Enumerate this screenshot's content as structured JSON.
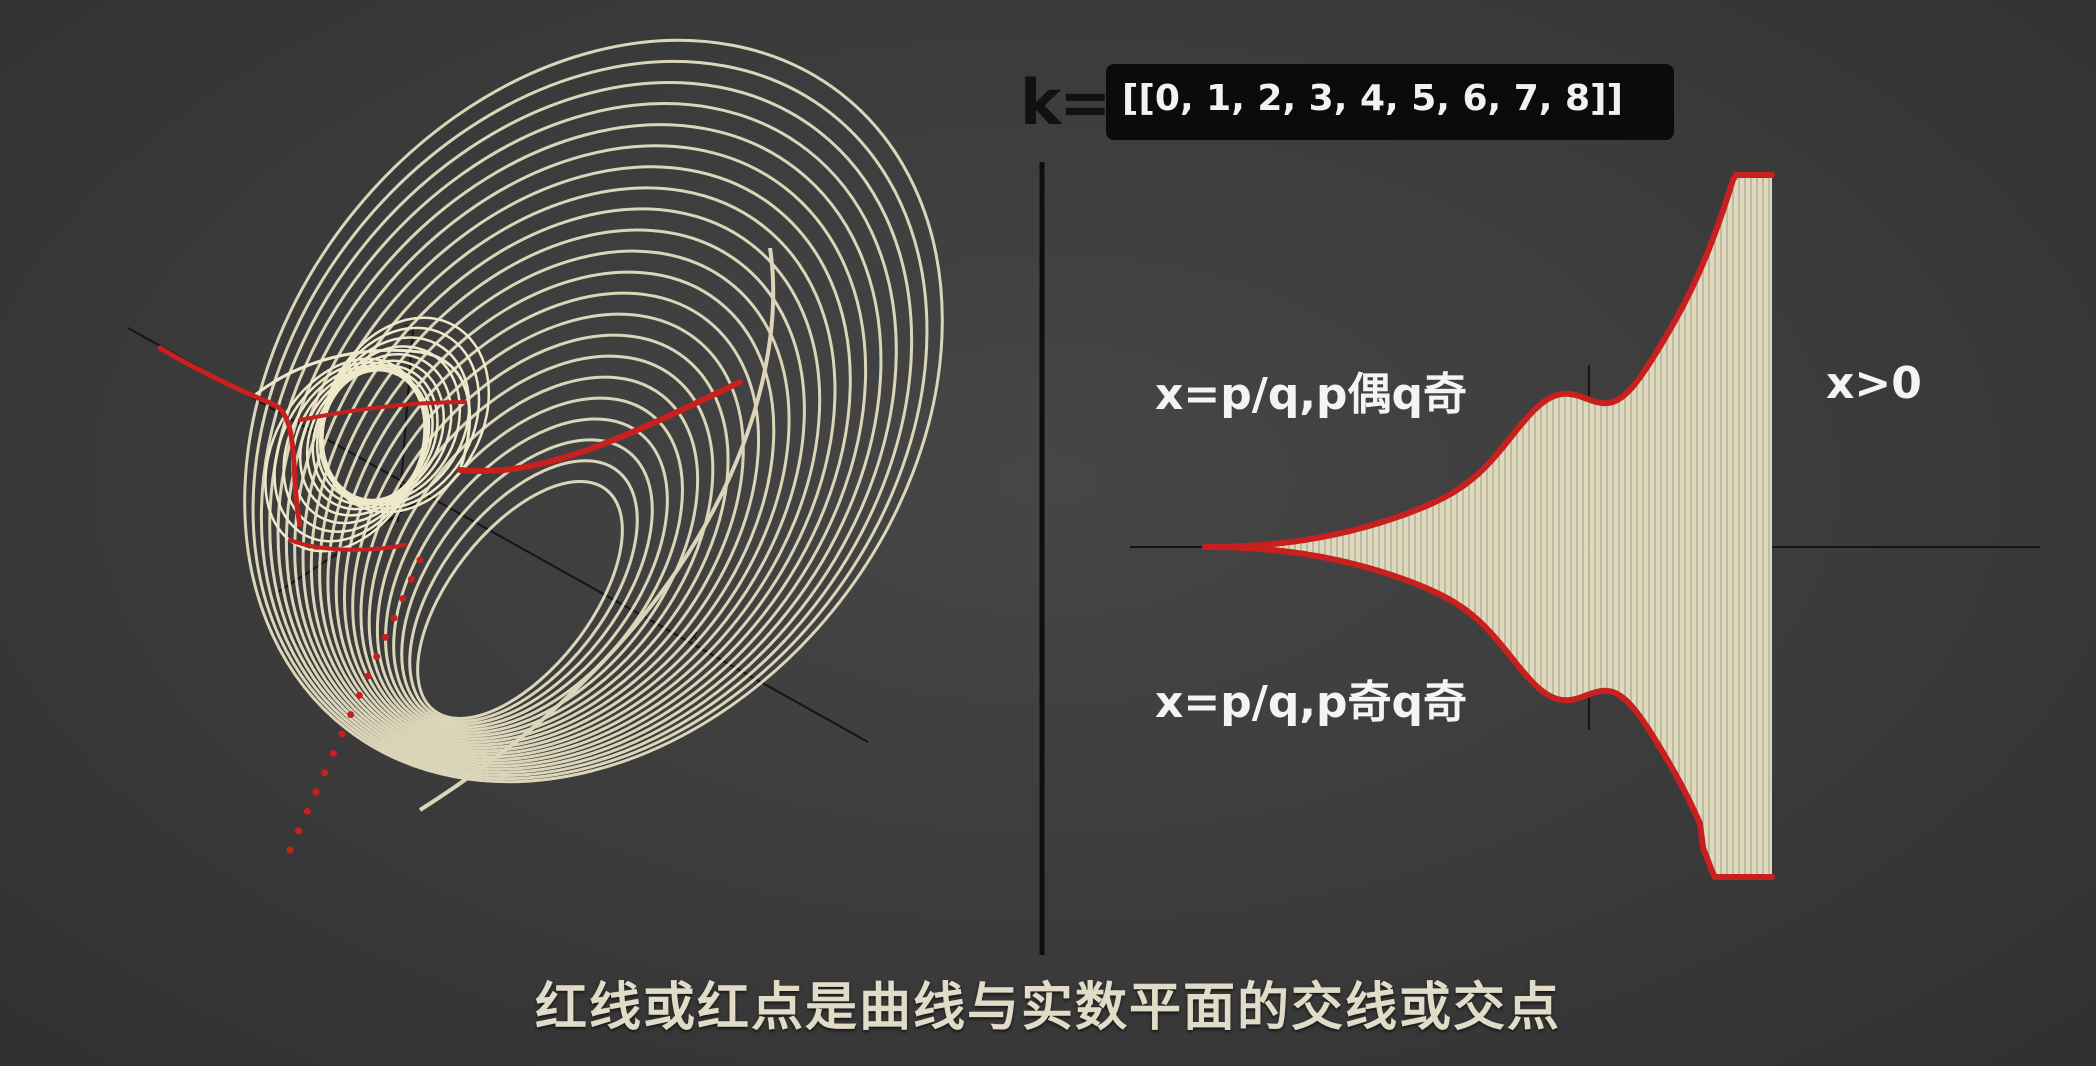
{
  "k_label": "k=",
  "k_value": "[[0, 1, 2, 3, 4, 5, 6, 7, 8]]",
  "labels": {
    "upper": "x=p/q,p偶q奇",
    "lower": "x=p/q,p奇q奇",
    "right": "x>0"
  },
  "caption": "红线或红点是曲线与实数平面的交线或交点",
  "colors": {
    "curve": "#ece6c8",
    "intersection": "#c8201e",
    "axis": "#111111"
  }
}
